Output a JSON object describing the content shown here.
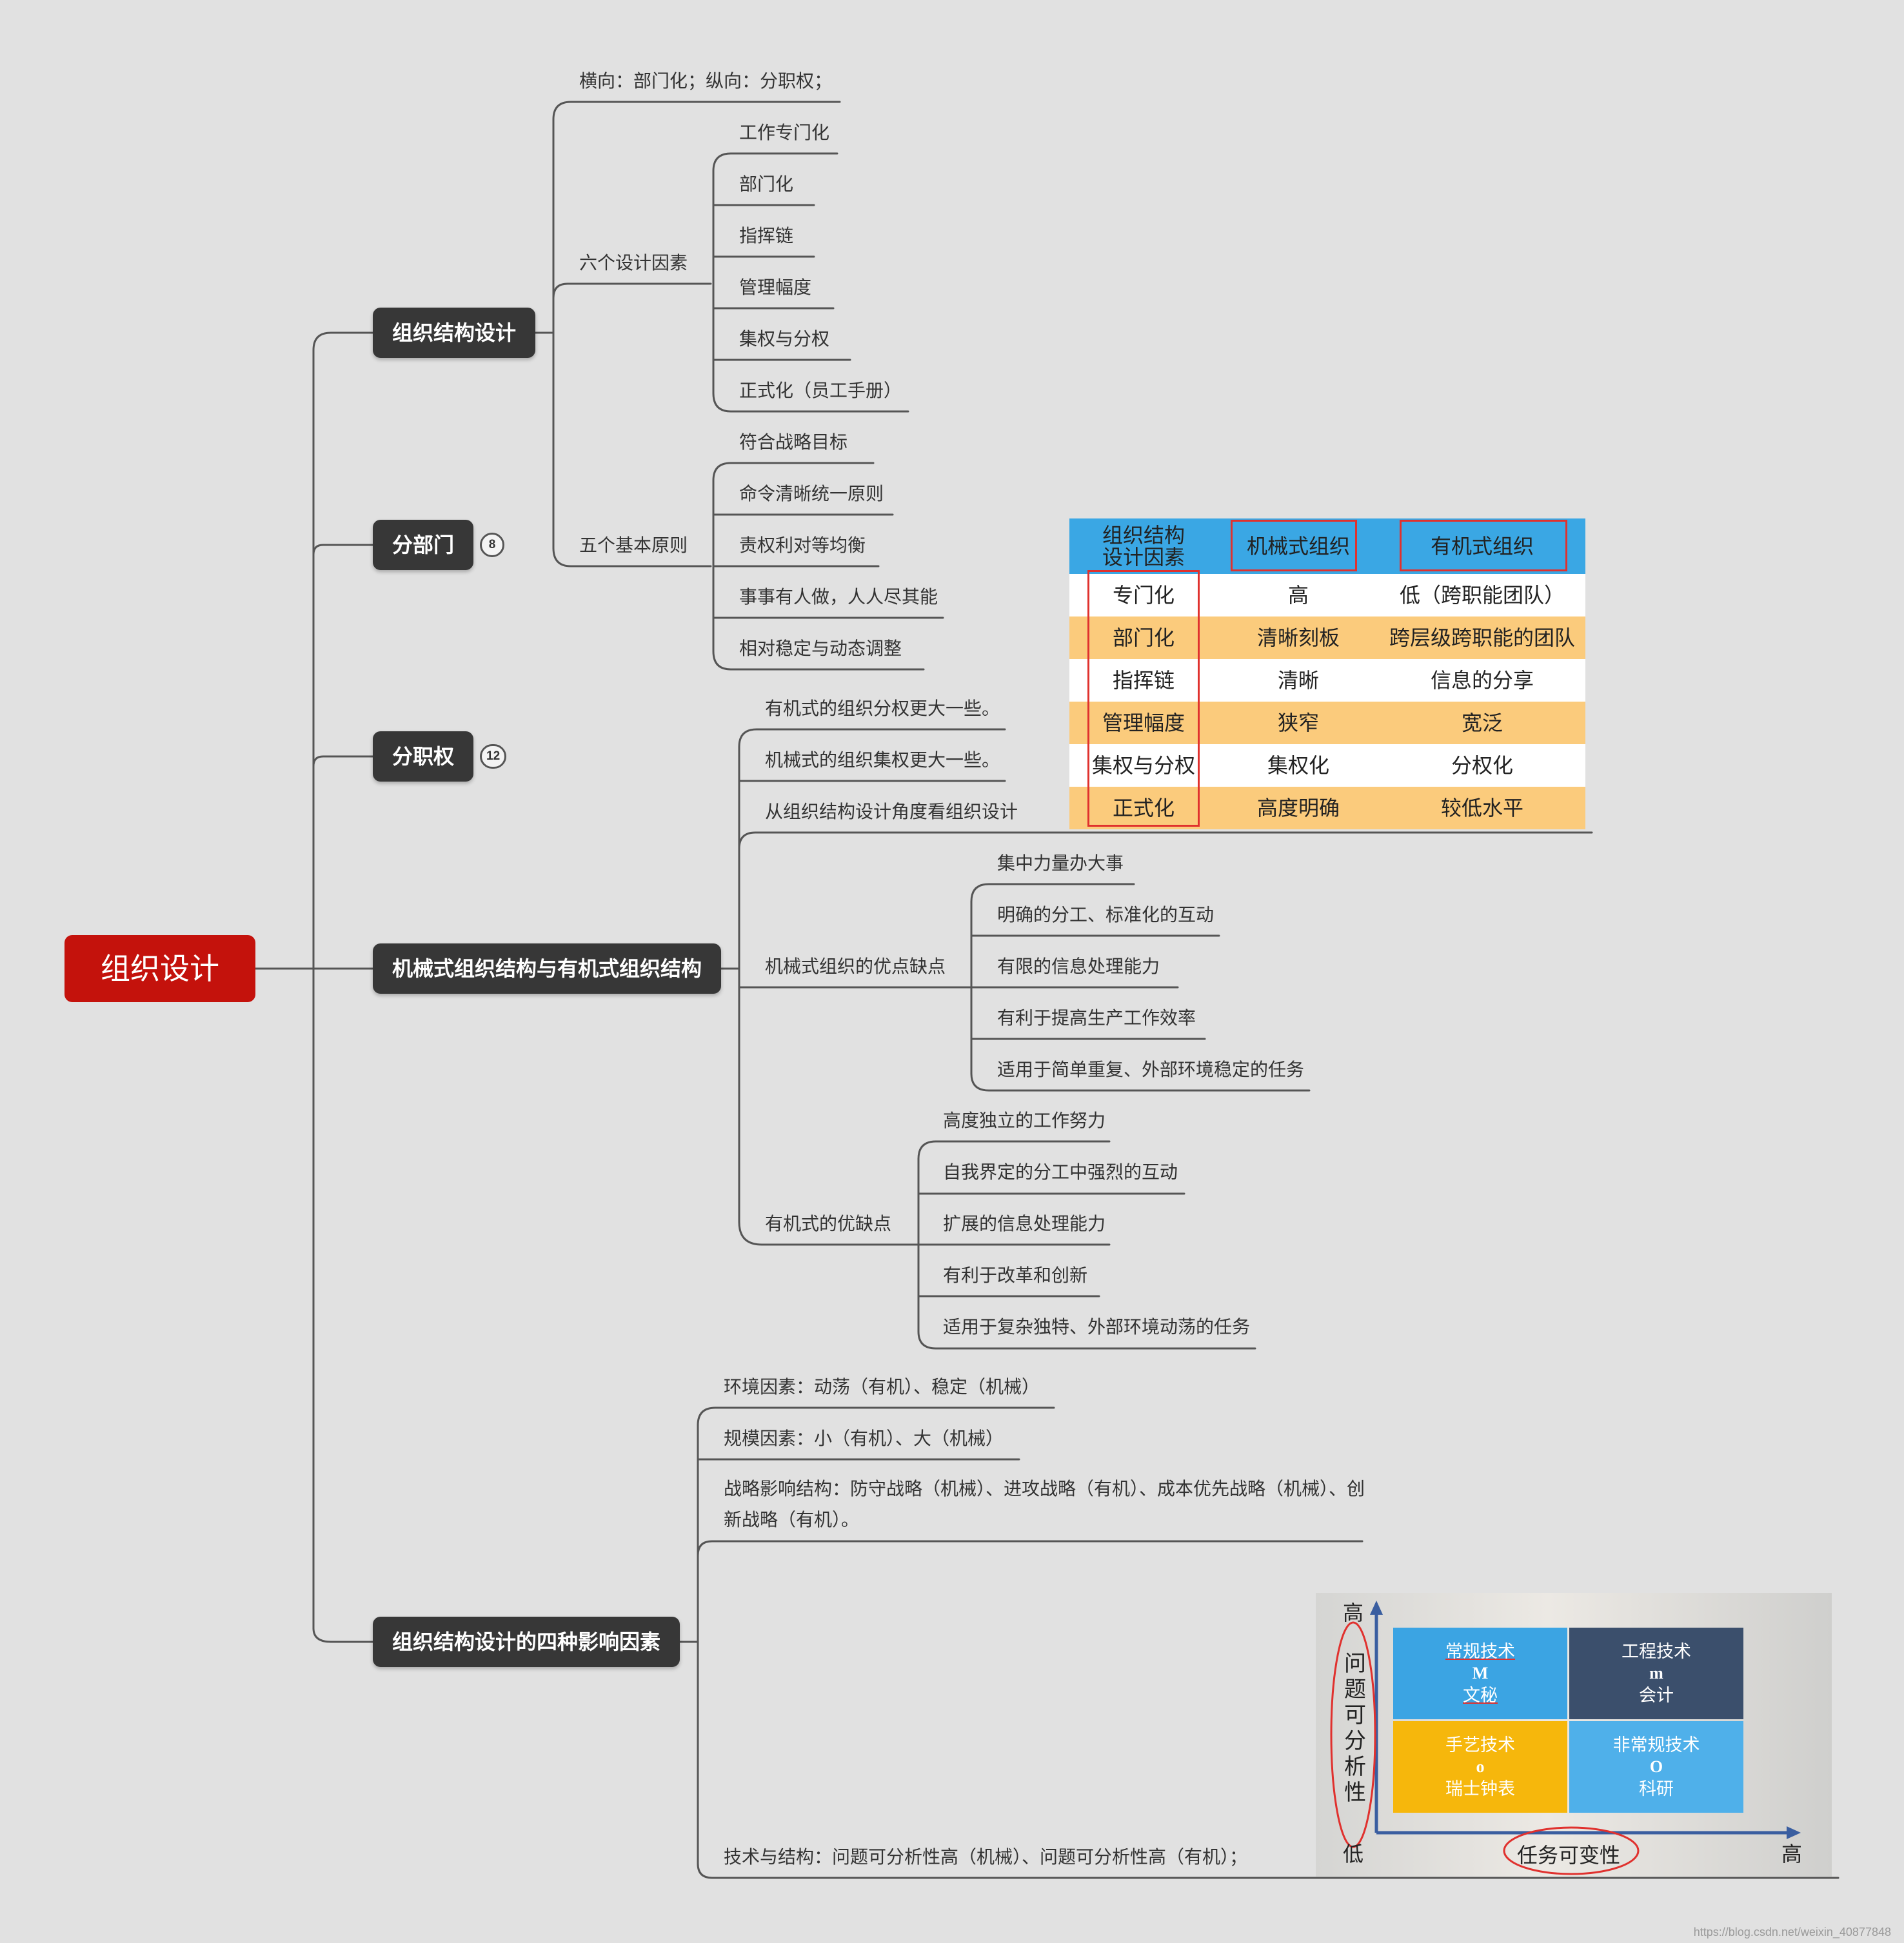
{
  "root": {
    "label": "组织设计"
  },
  "branches": [
    {
      "label": "组织结构设计",
      "children": [
        {
          "label": "横向：部门化；纵向：分职权；"
        },
        {
          "label": "六个设计因素",
          "children": [
            "工作专门化",
            "部门化",
            "指挥链",
            "管理幅度",
            "集权与分权",
            "正式化（员工手册）"
          ]
        },
        {
          "label": "五个基本原则",
          "children": [
            "符合战略目标",
            "命令清晰统一原则",
            "责权利对等均衡",
            "事事有人做，人人尽其能",
            "相对稳定与动态调整"
          ]
        }
      ]
    },
    {
      "label": "分部门",
      "badge": "8"
    },
    {
      "label": "分职权",
      "badge": "12"
    },
    {
      "label": "机械式组织结构与有机式组织结构",
      "children": [
        {
          "label": "有机式的组织分权更大一些。"
        },
        {
          "label": "机械式的组织集权更大一些。"
        },
        {
          "label": "从组织结构设计角度看组织设计"
        },
        {
          "label": "机械式组织的优点缺点",
          "children": [
            "集中力量办大事",
            "明确的分工、标准化的互动",
            "有限的信息处理能力",
            "有利于提高生产工作效率",
            "适用于简单重复、外部环境稳定的任务"
          ]
        },
        {
          "label": "有机式的优缺点",
          "children": [
            "高度独立的工作努力",
            "自我界定的分工中强烈的互动",
            "扩展的信息处理能力",
            "有利于改革和创新",
            "适用于复杂独特、外部环境动荡的任务"
          ]
        }
      ]
    },
    {
      "label": "组织结构设计的四种影响因素",
      "children": [
        {
          "label": "环境因素：动荡（有机）、稳定（机械）"
        },
        {
          "label": "规模因素：小（有机）、大（机械）"
        },
        {
          "label": "战略影响结构：防守战略（机械）、进攻战略（有机）、成本优先战略（机械）、创新战略（有机）。"
        },
        {
          "label": "技术与结构：问题可分析性高（机械）、问题可分析性高（有机）；"
        }
      ]
    }
  ],
  "table": {
    "headers": [
      "组织结构设计因素",
      "机械式组织",
      "有机式组织"
    ],
    "rows": [
      [
        "专门化",
        "高",
        "低（跨职能团队）"
      ],
      [
        "部门化",
        "清晰刻板",
        "跨层级跨职能的团队"
      ],
      [
        "指挥链",
        "清晰",
        "信息的分享"
      ],
      [
        "管理幅度",
        "狭窄",
        "宽泛"
      ],
      [
        "集权与分权",
        "集权化",
        "分权化"
      ],
      [
        "正式化",
        "高度明确",
        "较低水平"
      ]
    ],
    "colors": {
      "header": "#3aa7e4",
      "stripe": "#fbcb7c",
      "plain": "#ffffff",
      "highlight": "#e0312e"
    }
  },
  "matrix": {
    "y_axis": "问题可分析性",
    "x_axis": "任务可变性",
    "y_high": "高",
    "y_low": "低",
    "x_high": "高",
    "quadrants": [
      {
        "title": "常规技术",
        "symbol": "M",
        "example": "文秘",
        "color": "#3ba4e3"
      },
      {
        "title": "工程技术",
        "symbol": "m",
        "example": "会计",
        "color": "#3b4f6c"
      },
      {
        "title": "手艺技术",
        "symbol": "o",
        "example": "瑞士钟表",
        "color": "#f6b70c"
      },
      {
        "title": "非常规技术",
        "symbol": "O",
        "example": "科研",
        "color": "#4fb0ea"
      }
    ]
  },
  "colors": {
    "root": "#c4120c",
    "topic": "#373737",
    "line": "#555555",
    "background": "#e1e1e1"
  },
  "watermark": "https://blog.csdn.net/weixin_40877848"
}
